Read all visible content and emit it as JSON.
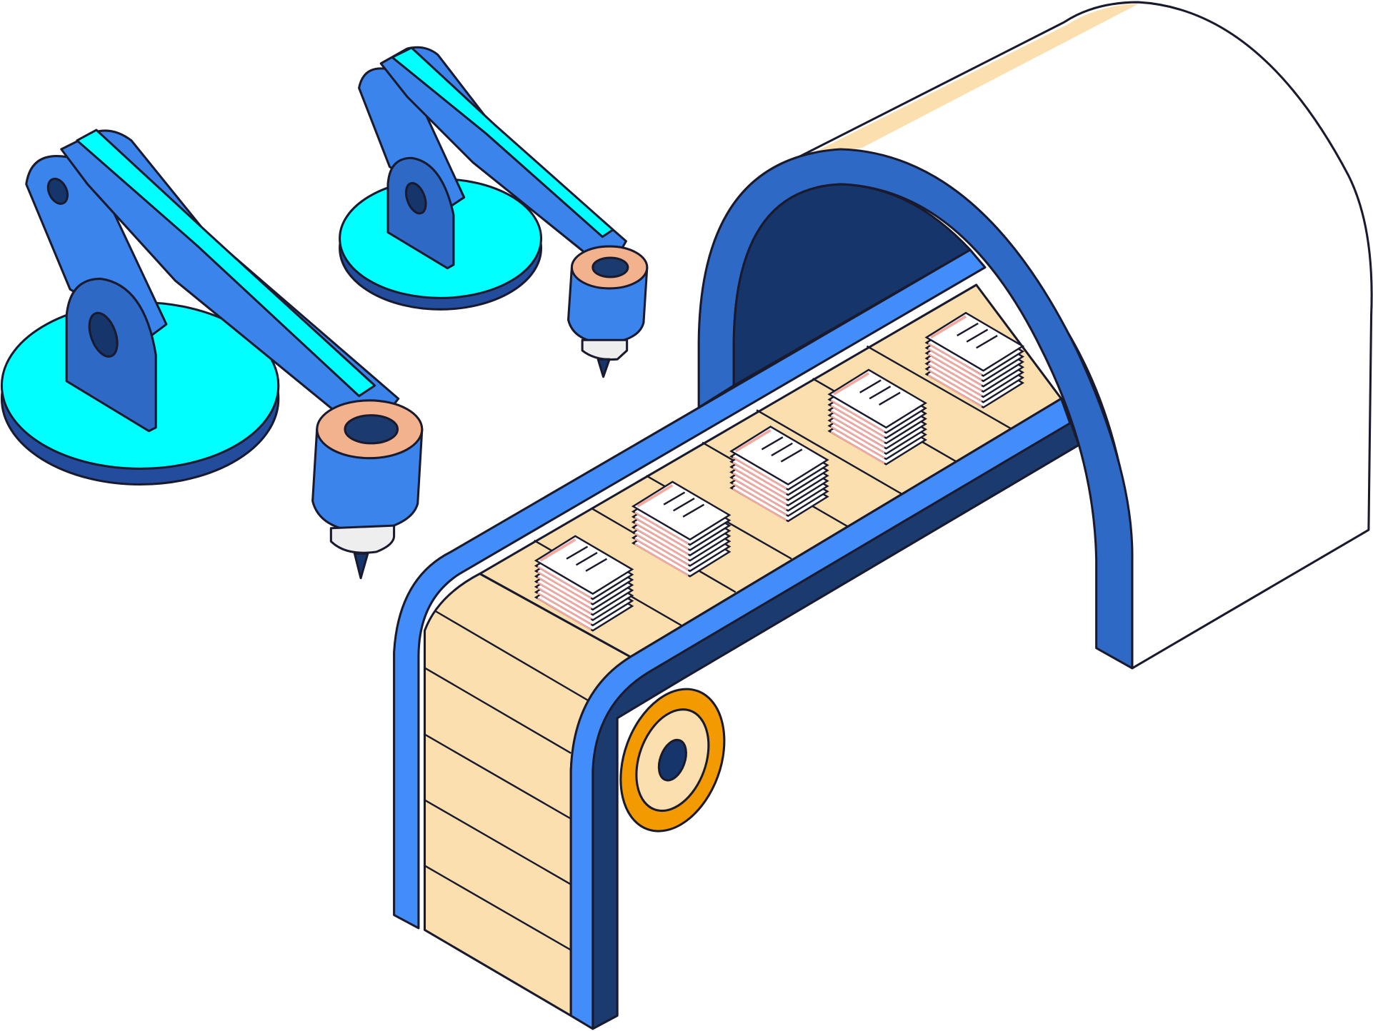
{
  "illustration": {
    "subject": "conveyor-belt-with-robot-arms-and-document-stacks",
    "document_stacks": 5,
    "robot_arms": 2
  },
  "colors": {
    "belt": "#FCDFAE",
    "rail_blue": "#428DFA",
    "dark_blue": "#1B3A6E",
    "arch_blue": "#2E69C6",
    "tunnel_interior": "#16356B",
    "cyan": "#00FFFF",
    "arm_blue": "#3B84EC",
    "arm_dark": "#234C9C",
    "wheel_orange": "#F29A00",
    "nozzle_peach": "#F2B28E",
    "paper_pink": "#F4A9A0",
    "outline": "#1a1a2e"
  }
}
